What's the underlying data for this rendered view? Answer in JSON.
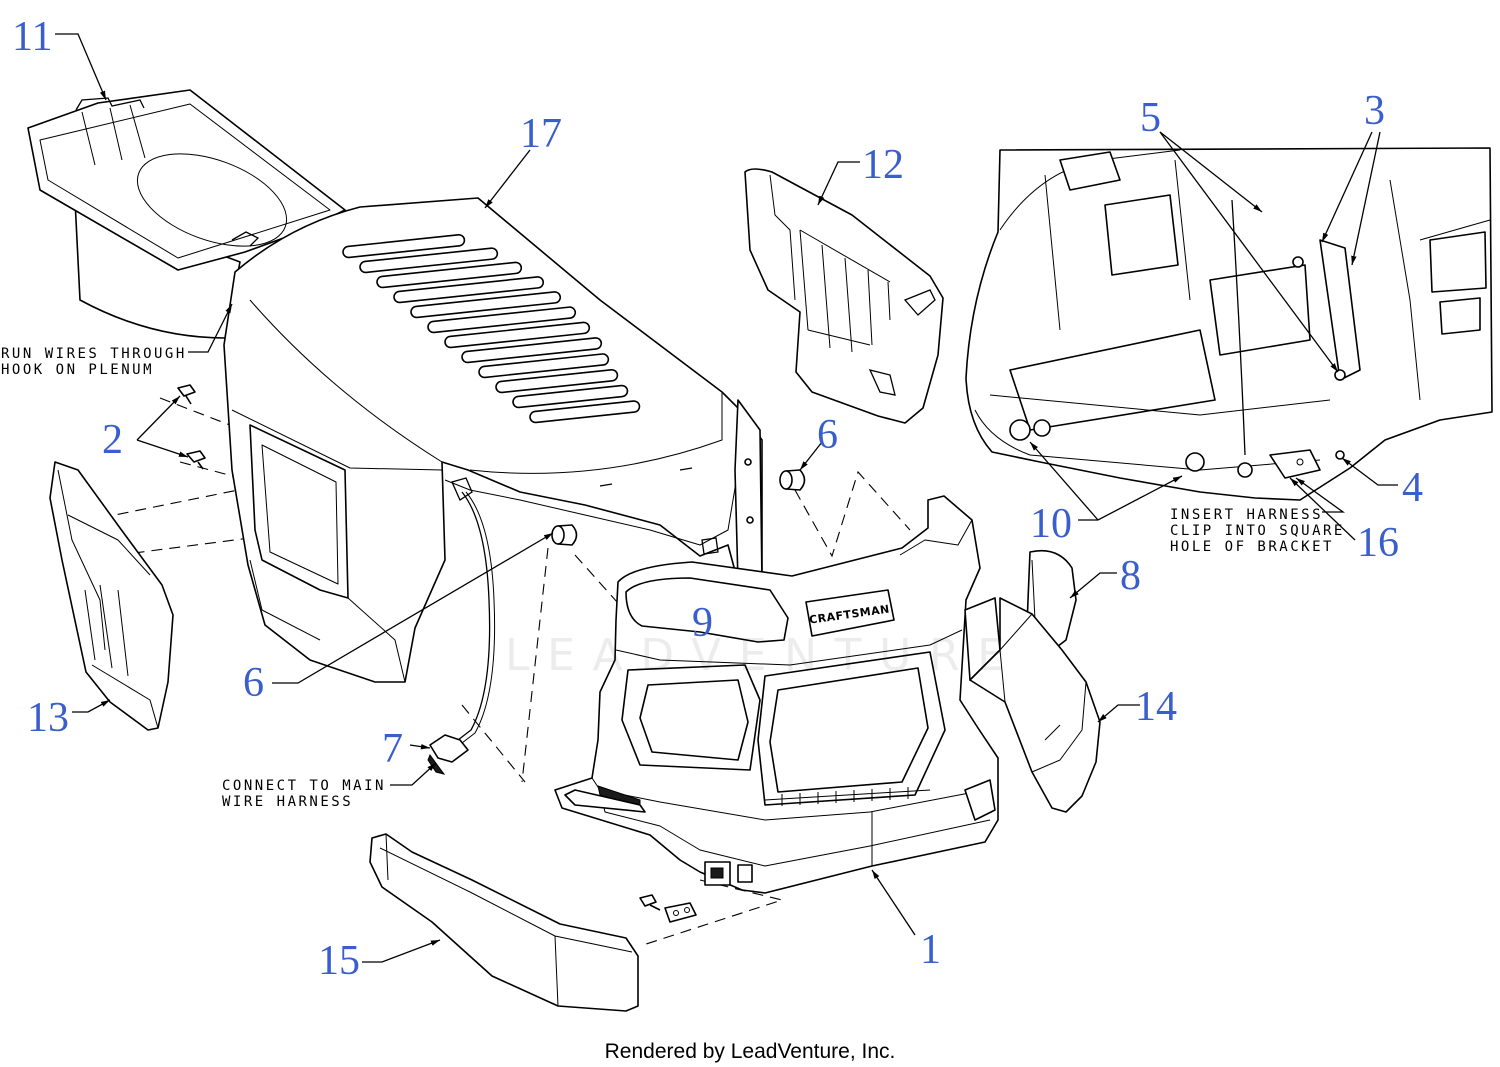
{
  "diagram": {
    "callouts": [
      "11",
      "17",
      "12",
      "5",
      "3",
      "2",
      "6",
      "6",
      "13",
      "7",
      "9",
      "10",
      "4",
      "16",
      "8",
      "14",
      "15",
      "1"
    ],
    "notes": {
      "run_wires": [
        "RUN WIRES THROUGH",
        "HOOK ON PLENUM"
      ],
      "connect_harness": [
        "CONNECT TO MAIN",
        "WIRE HARNESS"
      ],
      "insert_harness": [
        "INSERT HARNESS",
        "CLIP INTO SQUARE",
        "HOLE OF BRACKET"
      ]
    },
    "logo_text": "CRAFTSMAN",
    "watermark": "LEADVENTURE"
  },
  "footer": "Rendered by LeadVenture, Inc.",
  "colors": {
    "callout": "#3a5fcd",
    "line": "#000000",
    "background": "#ffffff"
  }
}
